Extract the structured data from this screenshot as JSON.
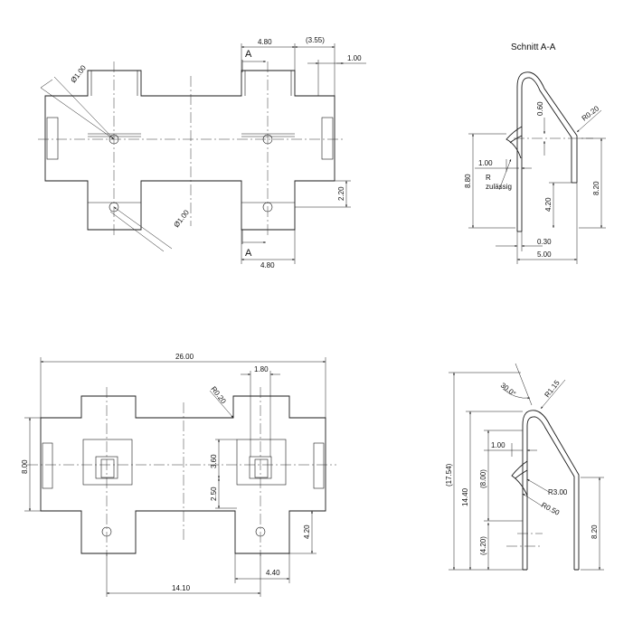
{
  "section_title": "Schnitt A-A",
  "section_marks": [
    "A",
    "A"
  ],
  "top_view": {
    "d_hole_1": "Ø1.00",
    "d_hole_2": "Ø1.00",
    "w_top": "4.80",
    "w_bottom": "4.80",
    "ref_355": "(3.55)",
    "d_100": "1.00",
    "d_220": "2.20"
  },
  "section_view": {
    "t_060": "0.60",
    "r_020": "R0.20",
    "d_100": "1.00",
    "r_note_1": "R",
    "r_note_2": "zulässig",
    "h_880": "8.80",
    "h_820": "8.20",
    "h_420": "4.20",
    "w_030": "0.30",
    "w_500": "5.00"
  },
  "flat_view": {
    "w_2600": "26.00",
    "w_180": "1.80",
    "r_020": "R0.20",
    "h_800": "8.00",
    "h_360": "3.60",
    "h_250": "2.50",
    "h_420": "4.20",
    "w_440": "4.40",
    "w_1410": "14.10"
  },
  "side_view": {
    "ang_30": "30.0°",
    "r_115": "R1.15",
    "h_1754": "(17.54)",
    "h_1440": "14.40",
    "h_800": "(8.00)",
    "h_420": "(4.20)",
    "d_100": "1.00",
    "r_300": "R3.00",
    "r_050": "R0.50",
    "h_820": "8.20"
  }
}
